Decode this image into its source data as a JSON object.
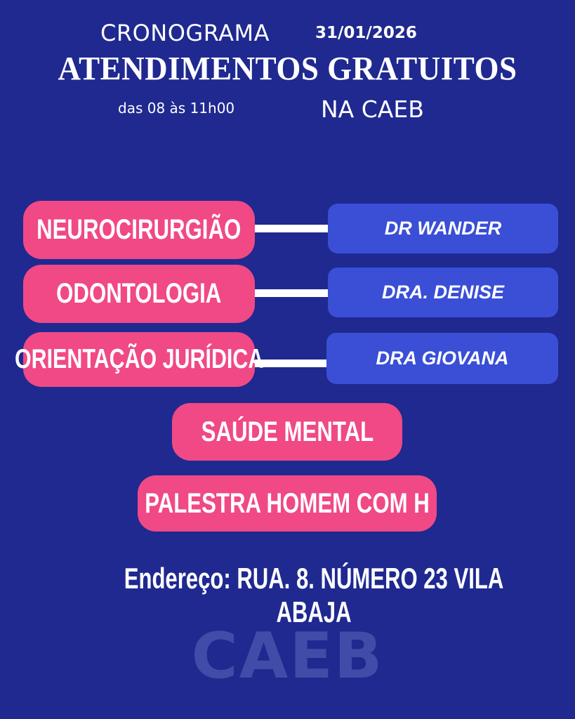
{
  "header": {
    "schedule_label": "CRONOGRAMA",
    "date": "31/01/2026",
    "headline": "ATENDIMENTOS GRATUITOS",
    "hours": "das 08 às 11h00",
    "location": "NA CAEB"
  },
  "services": [
    {
      "service": "NEUROCIRURGIÃO",
      "professional": "DR WANDER"
    },
    {
      "service": "ODONTOLOGIA",
      "professional": "DRA. DENISE"
    },
    {
      "service": "ORIENTAÇÃO JURÍDICA",
      "professional": "DRA GIOVANA"
    }
  ],
  "extra_services": [
    {
      "label": "SAÚDE MENTAL"
    },
    {
      "label": "PALESTRA HOMEM COM H"
    }
  ],
  "address": "Endereço: RUA. 8. NÚMERO 23 VILA ABAJA",
  "watermark": "CAEB",
  "colors": {
    "background": "#1f2990",
    "pink": "#f04985",
    "blue_box": "#3a4fd6",
    "watermark": "#3f4da8"
  }
}
